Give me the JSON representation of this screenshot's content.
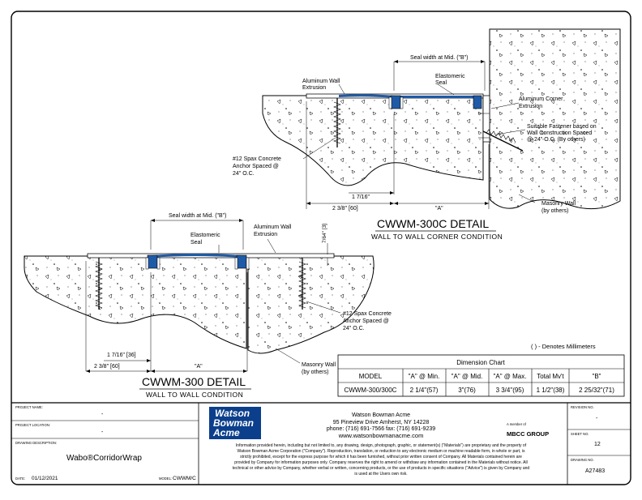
{
  "details": {
    "corner": {
      "title": "CWWM-300C DETAIL",
      "subtitle": "WALL TO WALL CORNER CONDITION",
      "labels": {
        "seal_width": "Seal width at Mid. (\"B\")",
        "elastomeric": "Elastomeric",
        "seal": "Seal",
        "aluminum_wall": "Aluminum Wall",
        "extrusion": "Extrusion",
        "aluminum_corner": "Aluminum Corner",
        "corner_extrusion": "Extrusion",
        "fastener_1": "Suitable Fastener based on",
        "fastener_2": "Wall Construction Spaced",
        "fastener_3": "@ 24\" O.C. (By others)",
        "anchor_1": "#12 Spax Concrete",
        "anchor_2": "Anchor Spaced @",
        "anchor_3": "24\" O.C.",
        "dim_7_16": "1 7/16\"",
        "dim_2_3_8": "2 3/8\" [60]",
        "dim_a": "\"A\"",
        "masonry_1": "Masonry Wall",
        "masonry_2": "(by others)"
      }
    },
    "straight": {
      "title": "CWWM-300 DETAIL",
      "subtitle": "WALL TO WALL CONDITION",
      "labels": {
        "seal_width": "Seal width at Mid. (\"B\")",
        "elastomeric": "Elastomeric",
        "seal": "Seal",
        "aluminum_wall": "Aluminum Wall",
        "extrusion": "Extrusion",
        "height": "7/64\" [3]",
        "anchor_1": "#12 Spax Concrete",
        "anchor_2": "Anchor Spaced @",
        "anchor_3": "24\" O.C.",
        "dim_7_16": "1 7/16\" [36]",
        "dim_2_3_8": "2 3/8\" [60]",
        "dim_a": "\"A\"",
        "masonry_1": "Masonry Wall",
        "masonry_2": "(by others)"
      }
    }
  },
  "mm_note": "( ) - Denotes Millimeters",
  "dimension_chart": {
    "title": "Dimension Chart",
    "headers": [
      "MODEL",
      "\"A\" @ Min.",
      "\"A\" @ Mid.",
      "\"A\" @ Max.",
      "Total Mv't",
      "\"B\""
    ],
    "rows": [
      [
        "CWWM-300/300C",
        "2 1/4\"(57)",
        "3\"(76)",
        "3 3/4\"(95)",
        "1 1/2\"(38)",
        "2 25/32\"(71)"
      ]
    ]
  },
  "title_block": {
    "project_name_label": "PROJECT NAME:",
    "project_name": "-",
    "project_location_label": "PROJECT LOCATION:",
    "project_location": "-",
    "drawing_description_label": "DRAWING DESCRIPTION:",
    "drawing_description": "Wabo®CorridorWrap",
    "date_label": "DATE:",
    "date": "01/12/2021",
    "model_label": "MODEL:",
    "model": "CWWM/C",
    "logo_lines": [
      "Watson",
      "Bowman",
      "Acme"
    ],
    "company": "Watson Bowman Acme",
    "address": "95 Pineview Drive Amherst, NY 14228",
    "phone": "phone: (716) 691-7566 fax: (716) 691-9239",
    "website": "www.watsonbowmanacme.com",
    "group_a": "A member of",
    "group": "MBCC GROUP",
    "revision_label": "REVISION NO.",
    "revision": "-",
    "sheet_label": "SHEET NO.",
    "sheet": "12",
    "drawing_no_label": "DRAWING NO.",
    "drawing_no": "A27483",
    "disclaimer": [
      "Information provided herein, including but not limited to, any drawing, design, photograph, graphic, or statement(s) (\"Materials\") are proprietary and the property of",
      "Watson Bowman Acme Corporation (\"Company\"). Reproduction, translation, or reduction to any electronic medium or machine readable form, in whole or part, is",
      "strictly prohibited, except for the express purpose for which it has been furnished, without prior written consent of Company. All Materials contained herein are",
      "provided by Company for information purposes only. Company reserves the right to amend or withdraw any information contained in the Materials without notice. All",
      "technical or other advice by Company, whether verbal or written, concerning products, or the use of products in specific situations (\"Advice\") is given by Company and",
      "is used at the Users own risk."
    ]
  },
  "colors": {
    "seal_blue": "#1f5aa6",
    "line": "#000000",
    "logo_bg": "#0b3f8c"
  }
}
